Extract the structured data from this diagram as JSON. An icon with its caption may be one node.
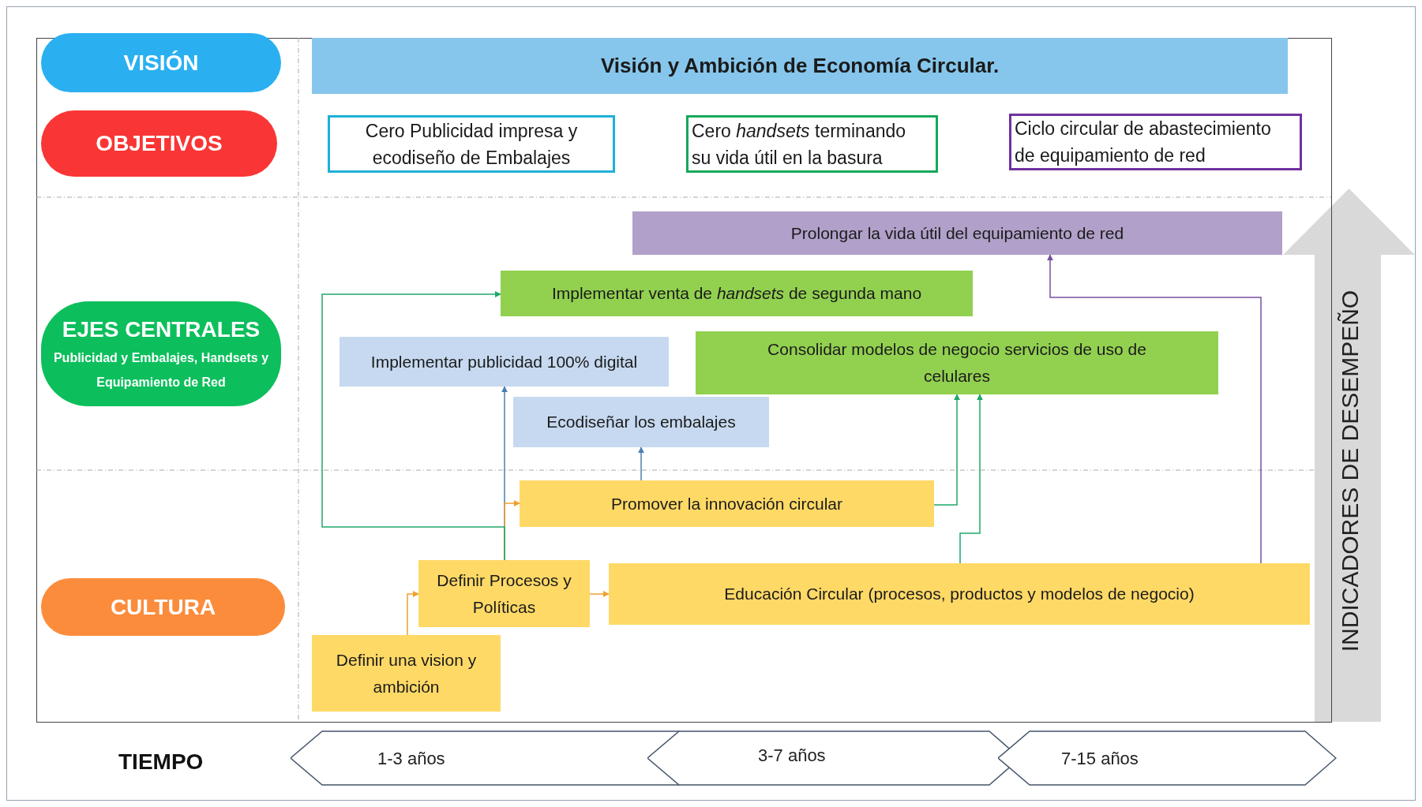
{
  "diagram": {
    "nodes": [
      {
        "text": [
          "VISIÓN"
        ]
      },
      {
        "text": [
          "Visión y Ambición de Economía Circular."
        ]
      },
      {
        "text": [
          "OBJETIVOS"
        ]
      },
      {
        "text": [
          "Cero Publicidad impresa y ecodiseño de Embalajes"
        ]
      },
      {
        "text": [
          "Cero *handsets* terminando su vida útil en la basura"
        ]
      },
      {
        "text": [
          "Ciclo circular de abastecimiento de equipamiento de red"
        ]
      },
      {
        "text": [
          "EJES CENTRALES",
          "Publicidad y Embalajes, Handsets y Equipamiento de Red"
        ]
      },
      {
        "text": [
          "Prolongar la vida útil del equipamiento de red"
        ]
      },
      {
        "text": [
          "Implementar venta de *handsets* de segunda mano"
        ]
      },
      {
        "text": [
          "Implementar publicidad 100% digital"
        ]
      },
      {
        "text": [
          "Consolidar modelos de negocio servicios de uso de celulares"
        ]
      },
      {
        "text": [
          "Ecodiseñar los embalajes"
        ]
      },
      {
        "text": [
          "Promover la innovación circular"
        ]
      },
      {
        "text": [
          "CULTURA"
        ]
      },
      {
        "text": [
          "Definir Procesos y Políticas"
        ]
      },
      {
        "text": [
          "Educación Circular (procesos, productos y modelos de negocio)"
        ]
      },
      {
        "text": [
          "Definir una vision y ambición"
        ]
      },
      {
        "text": [
          "INDICADORES DE DESEMPEÑO"
        ]
      },
      {
        "text": [
          "1-3 años"
        ]
      },
      {
        "text": [
          "3-7 años"
        ]
      },
      {
        "text": [
          "7-15 años"
        ]
      }
    ],
    "edges": [
      {
        "from": 16,
        "to": 14,
        "arrow": "to",
        "color": "#f0a030"
      },
      {
        "from": 14,
        "to": 15,
        "arrow": "to",
        "color": "#f0a030"
      },
      {
        "from": 14,
        "to": 9,
        "arrow": "to",
        "color": "#4a7fb5"
      },
      {
        "from": 14,
        "to": 12,
        "arrow": "to",
        "color": "#f0a030"
      },
      {
        "from": 14,
        "to": 8,
        "arrow": "to",
        "color": "#1fa86a"
      },
      {
        "from": 12,
        "to": 11,
        "arrow": "to",
        "color": "#4a7fb5"
      },
      {
        "from": 12,
        "to": 10,
        "arrow": "to",
        "color": "#1fa86a"
      },
      {
        "from": 15,
        "to": 10,
        "arrow": "to",
        "color": "#1fa86a"
      },
      {
        "from": 15,
        "to": 7,
        "arrow": "to",
        "color": "#7a4fa0"
      }
    ],
    "labels": [
      "TIEMPO"
    ]
  }
}
